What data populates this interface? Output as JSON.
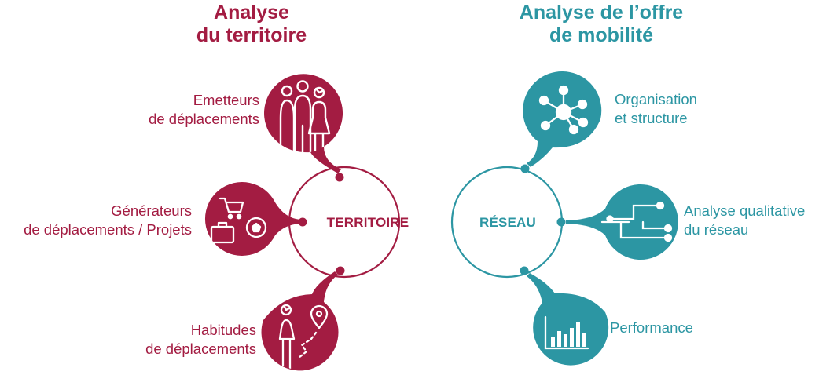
{
  "colors": {
    "territory": "#a31c42",
    "network": "#2c96a3"
  },
  "left_section": {
    "title_line1": "Analyse",
    "title_line2": "du territoire",
    "hub_label": "TERRITOIRE",
    "items": [
      {
        "line1": "Emetteurs",
        "line2": "de déplacements",
        "icon": "people-group-icon"
      },
      {
        "line1": "Générateurs",
        "line2": "de déplacements / Projets",
        "icon": "cart-briefcase-ball-icon"
      },
      {
        "line1": "Habitudes",
        "line2": "de déplacements",
        "icon": "person-route-pin-icon"
      }
    ]
  },
  "right_section": {
    "title_line1": "Analyse de l’offre",
    "title_line2": "de mobilité",
    "hub_label": "RÉSEAU",
    "items": [
      {
        "line1": "Organisation",
        "line2": "et structure",
        "icon": "network-node-icon"
      },
      {
        "line1": "Analyse qualitative",
        "line2": "du réseau",
        "icon": "circuit-lines-icon"
      },
      {
        "line1": "Performance",
        "line2": "",
        "icon": "bar-chart-icon"
      }
    ]
  }
}
